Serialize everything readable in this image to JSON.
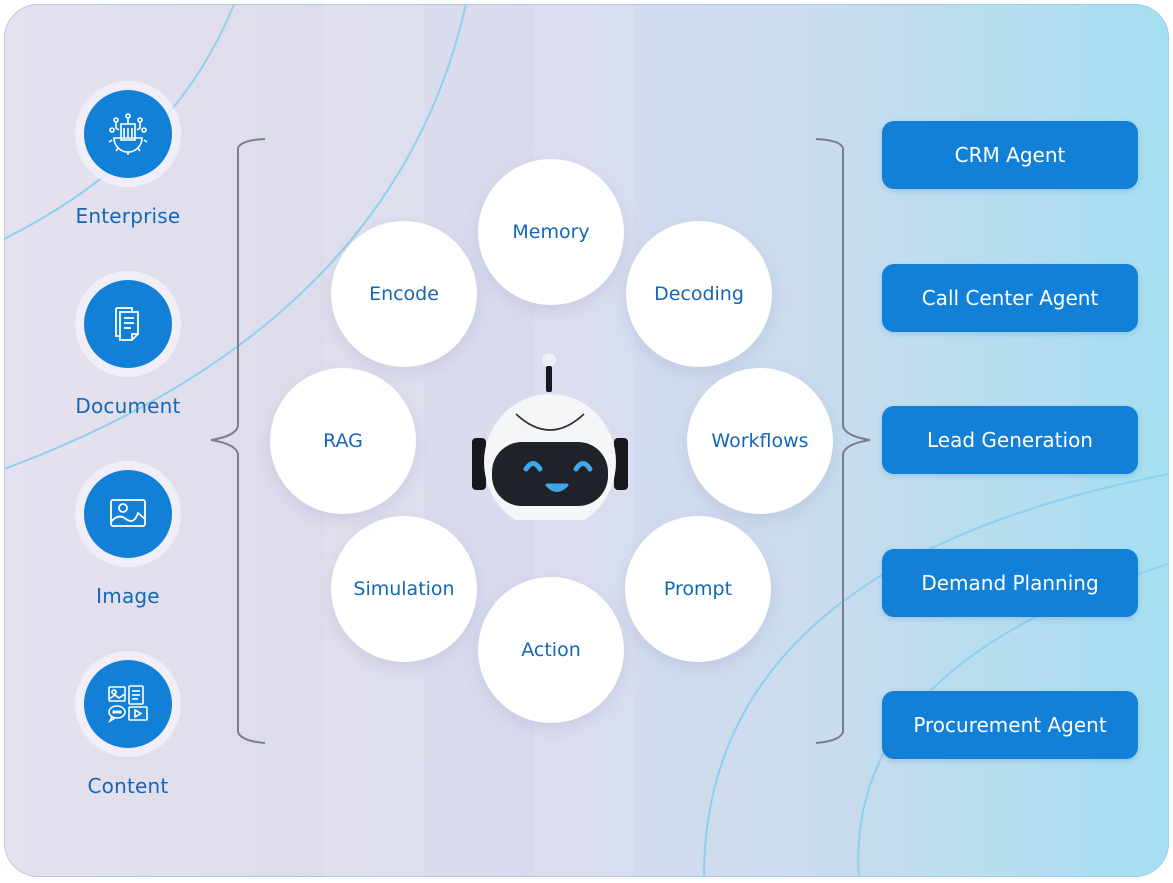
{
  "colors": {
    "accent": "#1380d8",
    "label_text": "#1367b8",
    "node_bg": "#ffffff",
    "agent_text": "#ffffff",
    "robot_eye": "#3fa6ec"
  },
  "sources": [
    {
      "label": "Enterprise",
      "icon": "enterprise-gear-building-icon"
    },
    {
      "label": "Document",
      "icon": "document-icon"
    },
    {
      "label": "Image",
      "icon": "image-icon"
    },
    {
      "label": "Content",
      "icon": "content-media-icon"
    }
  ],
  "center": {
    "icon": "robot-icon",
    "nodes": [
      {
        "label": "Memory"
      },
      {
        "label": "Decoding"
      },
      {
        "label": "Workflows"
      },
      {
        "label": "Prompt"
      },
      {
        "label": "Action"
      },
      {
        "label": "Simulation"
      },
      {
        "label": "RAG"
      },
      {
        "label": "Encode"
      }
    ]
  },
  "agents": [
    {
      "label": "CRM Agent"
    },
    {
      "label": "Call Center Agent"
    },
    {
      "label": "Lead Generation"
    },
    {
      "label": "Demand Planning"
    },
    {
      "label": "Procurement Agent"
    }
  ]
}
